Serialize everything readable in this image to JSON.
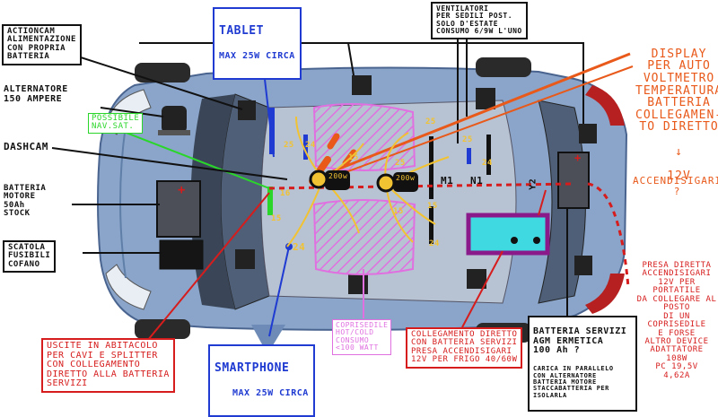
{
  "colors": {
    "body": "#8aa5c9",
    "body_dark": "#5f7ea8",
    "orange": "#e8591a",
    "red": "#d61c1c",
    "blue": "#1f3bd1",
    "green": "#2bd62b",
    "pink": "#e070e0",
    "cyan": "#3fd9e2",
    "purple": "#8a1a8a"
  },
  "labels": {
    "actioncam": "ACTIONCAM\nALIMENTAZIONE\nCON PROPRIA\nBATTERIA",
    "tablet": "TABLET",
    "tablet_power": "MAX 25W CIRCA",
    "ventilatori": "VENTILATORI\nPER SEDILI POST.\nSOLO D'ESTATE\nCONSUMO 6/9W L'UNO",
    "display": "DISPLAY\nPER AUTO\nVOLTMETRO\nTEMPERATURA\nBATTERIA\nCOLLEGAMEN-\nTO DIRETTO",
    "arrow_down": "↓",
    "v12": "12V",
    "accendisigari": "ACCENDISIGARI\n?",
    "alternatore": "ALTERNATORE\n150 AMPERE",
    "navsat": "POSSIBILE\nNAV.SAT.",
    "dashcam": "DASHCAM",
    "batteria_motore": "BATTERIA\nMOTORE\n50Ah\nSTOCK",
    "scatola": "SCATOLA\nFUSIBILI\nCOFANO",
    "uscite": "USCITE IN ABITACOLO\nPER CAVI E SPLITTER\nCON COLLEGAMENTO\nDIRETTO ALLA BATTERIA\nSERVIZI",
    "smartphone": "SMARTPHONE",
    "smartphone_power": "MAX 25W CIRCA",
    "coprisedile": "COPRISEDILE\nHOT/COLD\nCONSUMO\n<100 WATT",
    "collegamento": "COLLEGAMENTO DIRETTO\nCON BATTERIA SERVIZI\nPRESA ACCENDISIGARI\n12V PER FRIGO 40/60W",
    "batteria_servizi_title": "BATTERIA SERVIZI\nAGM ERMETICA\n100 Ah ?",
    "batteria_servizi_body": "CARICA IN PARALLELO\nCON ALTERNATORE\nBATTERIA MOTORE\nSTACCABATTERIA PER ISOLARLA",
    "presa": "PRESA DIRETTA\nACCENDISIGARI\n12V PER PORTATILE\nDA COLLEGARE AL POSTO\nDI UN COPRISEDILE\nE FORSE\nALTRO DEVICE\nADATTATORE\n108W\nPC 19,5V\n4,62A"
  },
  "markers": {
    "m1": "M1",
    "n1": "N1",
    "y2": "Y2",
    "w200a": "200w",
    "w200b": "200w",
    "n25a": "25",
    "n24a": "24",
    "n15a": "15",
    "n24b": "24",
    "n25b": "25",
    "n16": "16",
    "n24c": "24",
    "n15b": "15",
    "n25c": "25",
    "n24d": "24",
    "n15c": "15",
    "n15d": "15",
    "n25d": "25"
  },
  "plus_sign": "+"
}
